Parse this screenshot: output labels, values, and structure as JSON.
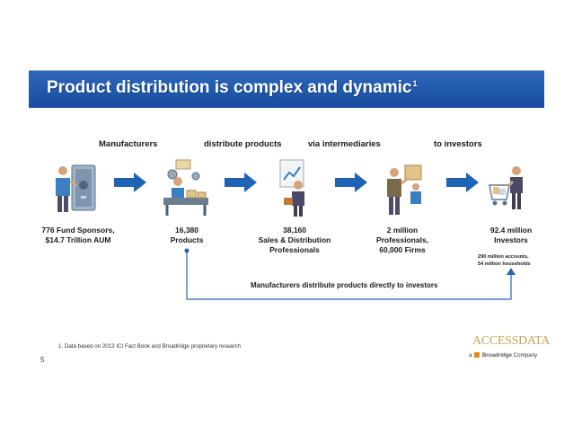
{
  "title": {
    "text": "Product distribution is complex and dynamic",
    "superscript": "1"
  },
  "headers": [
    "Manufacturers",
    "distribute products",
    "via intermediaries",
    "to investors"
  ],
  "nodes": [
    {
      "line1": "776 Fund Sponsors,",
      "line2": "$14.7 Trillion AUM",
      "icon": "fund-sponsor-icon"
    },
    {
      "line1": "16,380",
      "line2": "Products",
      "icon": "products-factory-icon"
    },
    {
      "line1": "38,160",
      "line2": "Sales & Distribution",
      "line3": "Professionals",
      "icon": "sales-professionals-icon"
    },
    {
      "line1": "2 million",
      "line2": "Professionals,",
      "line3": "60,000 Firms",
      "icon": "financial-professionals-icon"
    },
    {
      "line1": "92.4 million",
      "line2": "Investors",
      "icon": "investors-shopping-cart-icon"
    }
  ],
  "investor_note": {
    "line1": "290 million accounts,",
    "line2": "54 million households"
  },
  "direct_label": "Manufacturers distribute products directly to investors",
  "footnote": "1. Data based on 2013 ICI Fact Book and Broadridge proprietary research",
  "page_number": "5",
  "brand": {
    "name": "ACCESSDATA",
    "prefix": "a",
    "company": "Broadridge",
    "suffix": "Company"
  },
  "colors": {
    "title_bar": "#1f59ad",
    "arrow": "#1f63b4",
    "connector": "#2a63b2"
  }
}
